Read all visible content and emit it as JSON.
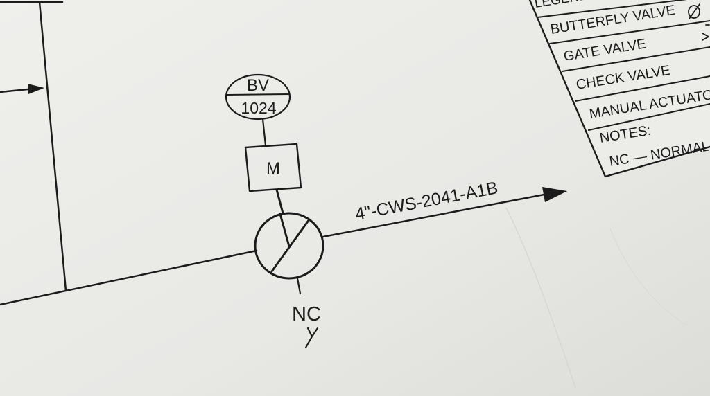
{
  "instrument": {
    "tag_letters": "BV",
    "tag_number": "1024"
  },
  "actuator": {
    "label": "M"
  },
  "line": {
    "number": "4\"-CWS-2041-A1B"
  },
  "fail_position": {
    "label": "NC"
  },
  "legend": {
    "title": "LEGEND:",
    "items": [
      "BUTTERFLY VALVE",
      "GATE VALVE",
      "CHECK VALVE",
      "MANUAL ACTUATO"
    ],
    "notes_title": "NOTES:",
    "notes_line": "NC — NORMAL"
  },
  "colors": {
    "ink": "#1b1b1b",
    "paper": "#e9e9e6"
  }
}
